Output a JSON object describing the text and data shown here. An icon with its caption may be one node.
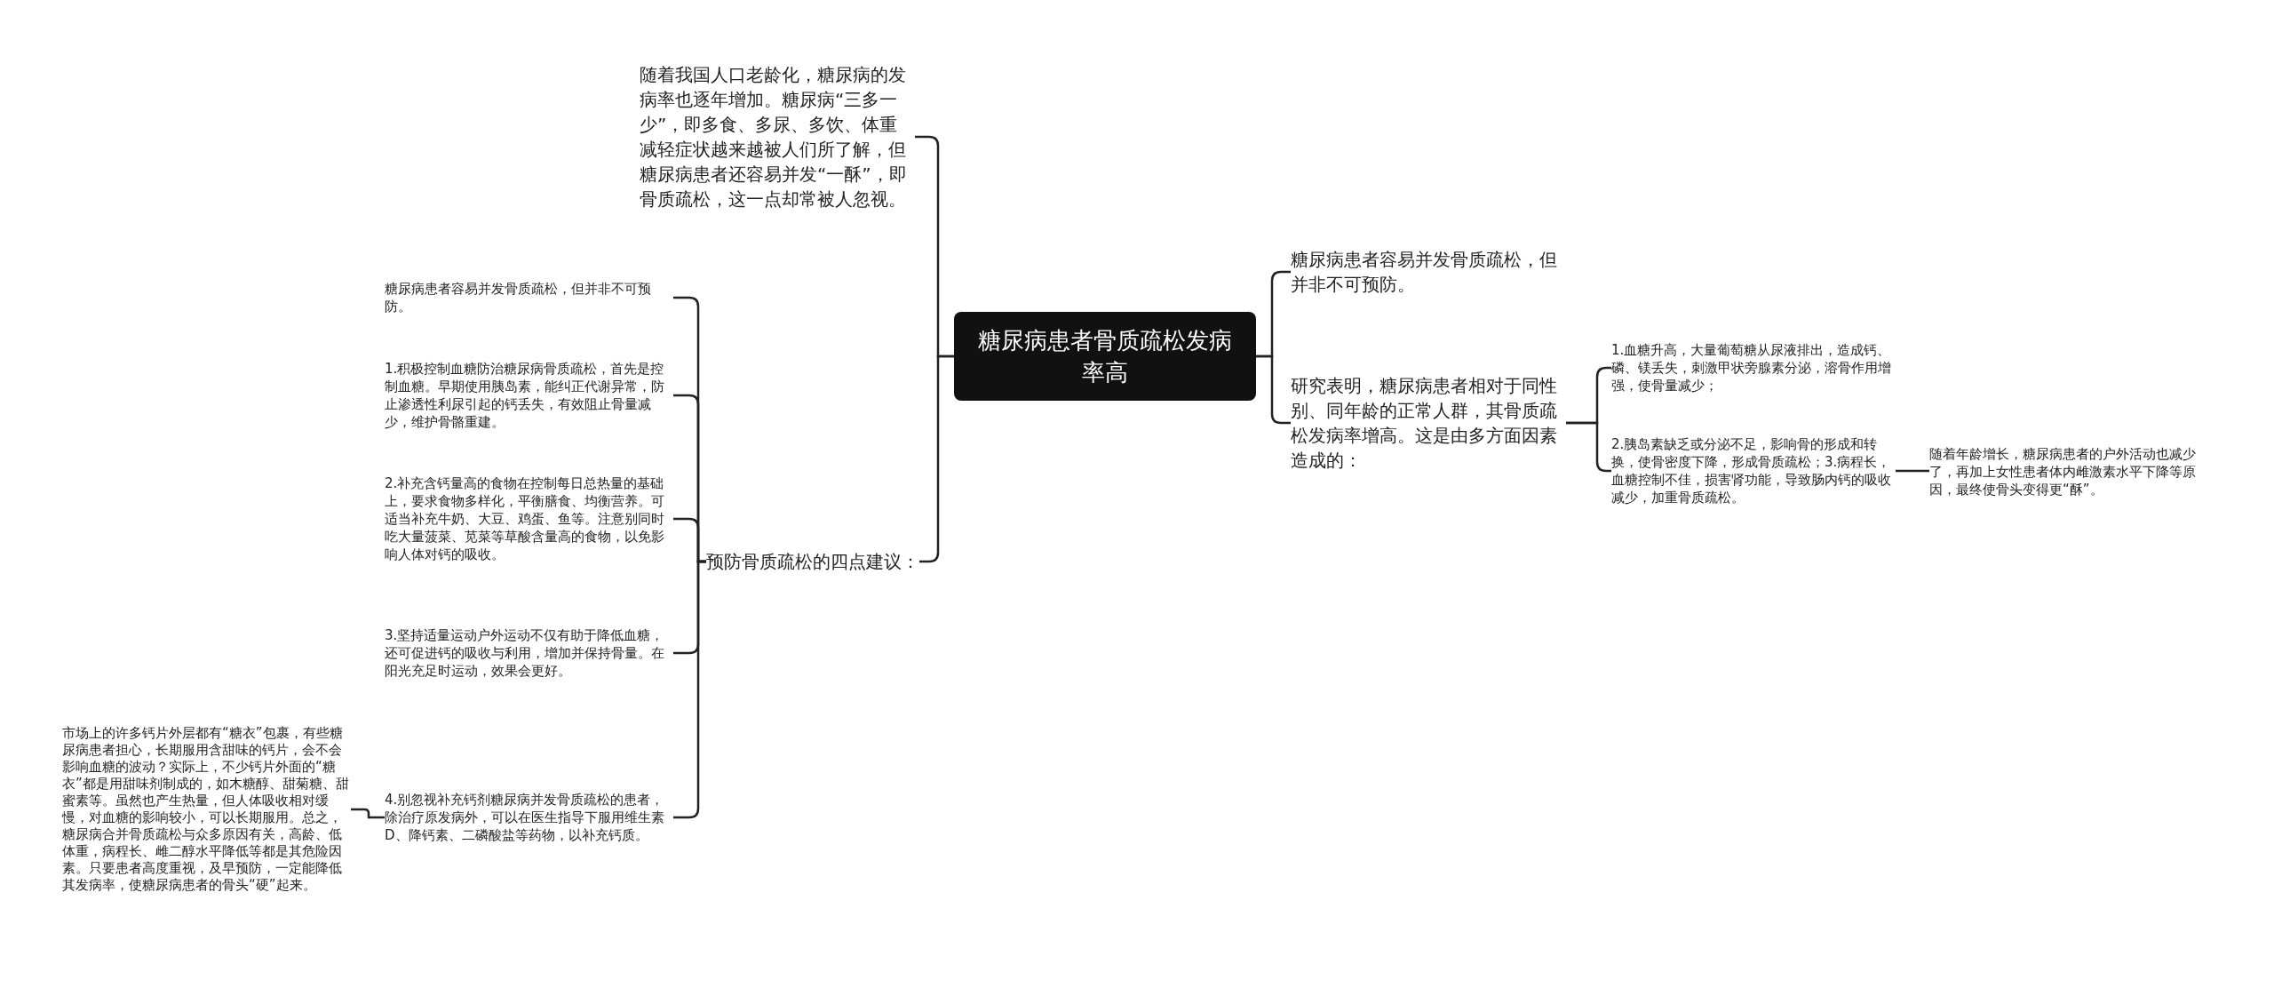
{
  "diagram": {
    "nodes": [
      {
        "text": [
          "糖尿病患者骨质疏松发病率高"
        ]
      },
      {
        "text": [
          "随着我国人口老龄化，糖尿病的发病率也逐年增加。糖尿病“三多一少”，即多食、多尿、多饮、体重减轻症状越来越被人们所了解，但糖尿病患者还容易并发“一酥”，即骨质疏松，这一点却常被人忽视。"
        ]
      },
      {
        "text": [
          "预防骨质疏松的四点建议："
        ]
      },
      {
        "text": [
          "糖尿病患者容易并发骨质疏松，但并非不可预防。"
        ]
      },
      {
        "text": [
          "1.积极控制血糖防治糖尿病骨质疏松，首先是控制血糖。早期使用胰岛素，能纠正代谢异常，防止渗透性利尿引起的钙丢失，有效阻止骨量减少，维护骨骼重建。"
        ]
      },
      {
        "text": [
          "2.补充含钙量高的食物在控制每日总热量的基础上，要求食物多样化，平衡膳食、均衡营养。可适当补充牛奶、大豆、鸡蛋、鱼等。注意别同时吃大量菠菜、苋菜等草酸含量高的食物，以免影响人体对钙的吸收。"
        ]
      },
      {
        "text": [
          "3.坚持适量运动户外运动不仅有助于降低血糖，还可促进钙的吸收与利用，增加并保持骨量。在阳光充足时运动，效果会更好。"
        ]
      },
      {
        "text": [
          "4.别忽视补充钙剂糖尿病并发骨质疏松的患者，除治疗原发病外，可以在医生指导下服用维生素D、降钙素、二磷酸盐等药物，以补充钙质。"
        ]
      },
      {
        "text": [
          "市场上的许多钙片外层都有“糖衣”包裹，有些糖尿病患者担心，长期服用含甜味的钙片，会不会影响血糖的波动？实际上，不少钙片外面的“糖衣”都是用甜味剂制成的，如木糖醇、甜菊糖、甜蜜素等。虽然也产生热量，但人体吸收相对缓慢，对血糖的影响较小，可以长期服用。总之，糖尿病合并骨质疏松与众多原因有关，高龄、低体重，病程长、雌二醇水平降低等都是其危险因素。只要患者高度重视，及早预防，一定能降低其发病率，使糖尿病患者的骨头“硬”起来。"
        ]
      },
      {
        "text": [
          "糖尿病患者容易并发骨质疏松，但并非不可预防。"
        ]
      },
      {
        "text": [
          "研究表明，糖尿病患者相对于同性别、同年龄的正常人群，其骨质疏松发病率增高。这是由多方面因素造成的："
        ]
      },
      {
        "text": [
          "1.血糖升高，大量葡萄糖从尿液排出，造成钙、磷、镁丢失，刺激甲状旁腺素分泌，溶骨作用增强，使骨量减少；"
        ]
      },
      {
        "text": [
          "2.胰岛素缺乏或分泌不足，影响骨的形成和转换，使骨密度下降，形成骨质疏松；3.病程长，血糖控制不佳，损害肾功能，导致肠内钙的吸收减少，加重骨质疏松。"
        ]
      },
      {
        "text": [
          "随着年龄增长，糖尿病患者的户外活动也减少了，再加上女性患者体内雌激素水平下降等原因，最终使骨头变得更“酥”。"
        ]
      }
    ],
    "edges": [
      {
        "from": 0,
        "to": 1,
        "arrow": "none"
      },
      {
        "from": 0,
        "to": 2,
        "arrow": "none"
      },
      {
        "from": 2,
        "to": 3,
        "arrow": "none"
      },
      {
        "from": 2,
        "to": 4,
        "arrow": "none"
      },
      {
        "from": 2,
        "to": 5,
        "arrow": "none"
      },
      {
        "from": 2,
        "to": 6,
        "arrow": "none"
      },
      {
        "from": 2,
        "to": 7,
        "arrow": "none"
      },
      {
        "from": 7,
        "to": 8,
        "arrow": "none"
      },
      {
        "from": 0,
        "to": 9,
        "arrow": "none"
      },
      {
        "from": 0,
        "to": 10,
        "arrow": "none"
      },
      {
        "from": 10,
        "to": 11,
        "arrow": "none"
      },
      {
        "from": 10,
        "to": 12,
        "arrow": "none"
      },
      {
        "from": 12,
        "to": 13,
        "arrow": "none"
      }
    ]
  }
}
